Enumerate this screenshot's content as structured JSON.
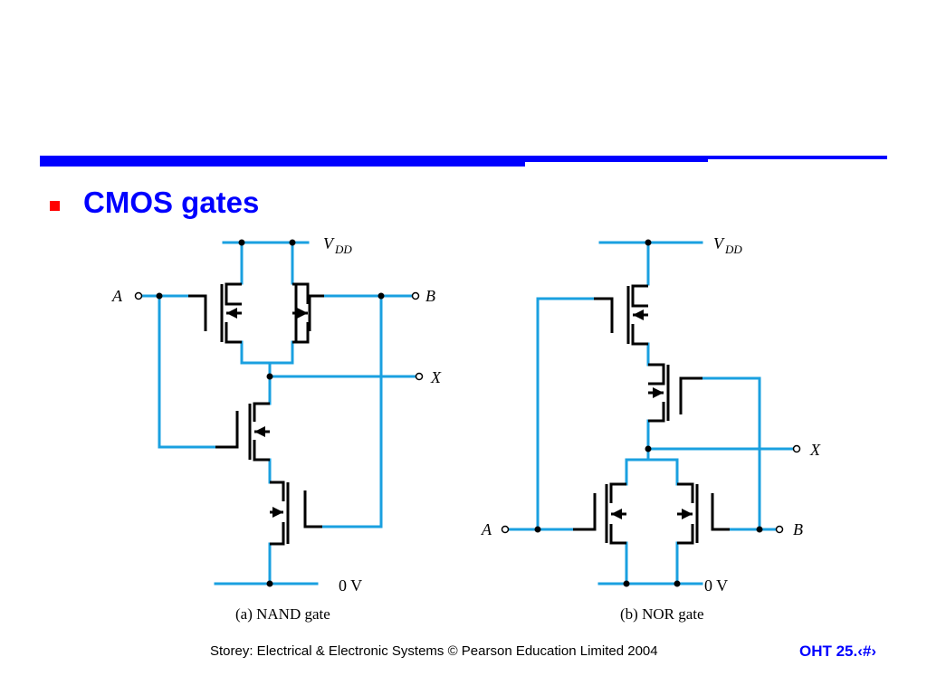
{
  "slide": {
    "title": "CMOS gates",
    "footer": "Storey: Electrical & Electronic Systems © Pearson Education Limited 2004",
    "slide_number": "OHT 25.‹#›"
  },
  "diagram": {
    "nand": {
      "caption": "(a) NAND gate",
      "input_a": "A",
      "input_b": "B",
      "output": "X",
      "supply": "V",
      "supply_sub": "DD",
      "ground": "0 V"
    },
    "nor": {
      "caption": "(b) NOR gate",
      "input_a": "A",
      "input_b": "B",
      "output": "X",
      "supply": "V",
      "supply_sub": "DD",
      "ground": "0 V"
    }
  },
  "colors": {
    "accent": "#0000ff",
    "bullet": "#ff0000",
    "wire": "#1aa0e0"
  }
}
